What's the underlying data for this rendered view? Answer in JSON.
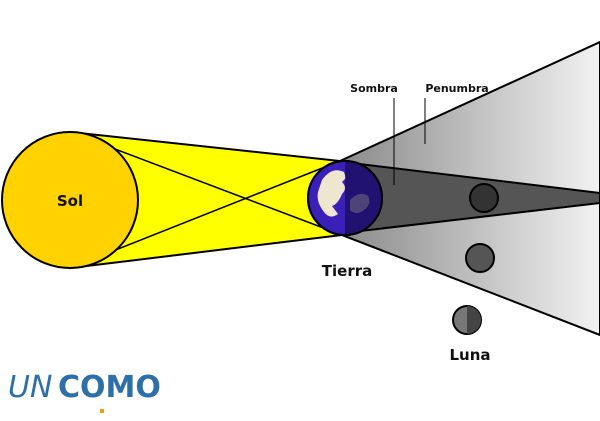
{
  "labels": {
    "sun": "Sol",
    "earth": "Tierra",
    "moon": "Luna",
    "umbra": "Sombra",
    "penumbra": "Penumbra"
  },
  "logo": {
    "text_light": "UN",
    "text_bold": "COMO",
    "color": "#2e6fa8",
    "dot_color": "#f39c12"
  },
  "colors": {
    "sun": "#ffd200",
    "light": "#ffff00",
    "earth": "#2a1a9a",
    "land": "#eee6cf",
    "umbra": "#555555",
    "penumbra": "#aaaaaa"
  }
}
